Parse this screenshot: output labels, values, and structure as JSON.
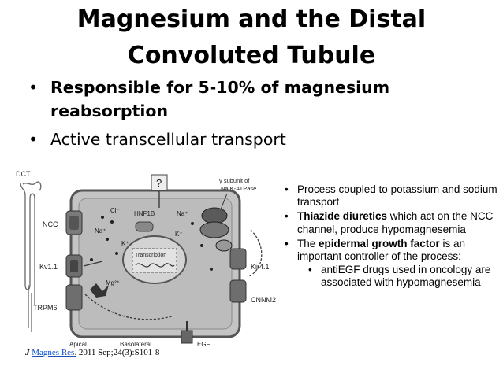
{
  "slide": {
    "title_line1": "Magnesium and the Distal",
    "title_line2": "Convoluted Tubule",
    "bullets": [
      "Responsible for 5-10% of magnesium reabsorption",
      "Active transcellular transport"
    ],
    "side_points": [
      {
        "text": "Process coupled to potassium and sodium transport"
      },
      {
        "bold": "Thiazide diuretics",
        "rest": " which act on the NCC channel, produce hypomagnesemia"
      },
      {
        "pre": "The ",
        "bold": "epidermal growth factor",
        "rest": " is an important controller of the process:",
        "sub": [
          "antiEGF drugs used in oncology are associated with hypomagnesemia"
        ]
      }
    ],
    "citation": {
      "initial": "J",
      "link_text": "Magnes Res.",
      "rest": " 2011 Sep;24(3):S101-8"
    }
  },
  "diagram": {
    "labels": {
      "dct": "DCT",
      "ncc": "NCC",
      "kv11": "Kv1.1",
      "trpm6": "TRPM6",
      "apical": "Apical",
      "basolateral": "Basolateral",
      "egf": "EGF",
      "hnf1b": "HNF1B",
      "transcription": "Transcription",
      "cl": "Cl⁻",
      "na1": "Na⁺",
      "na2": "Na⁺",
      "k1": "K⁺",
      "k2": "K⁺",
      "mg": "Mg²⁺",
      "gamma": "γ subunit of",
      "gamma2": "Na,K-ATPase",
      "kir41": "Kir4.1",
      "cnnm2": "CNNM2",
      "question": "?"
    },
    "colors": {
      "cell_fill": "#bdbdbd",
      "membrane": "#555555",
      "dark": "#3a3a3a"
    }
  }
}
